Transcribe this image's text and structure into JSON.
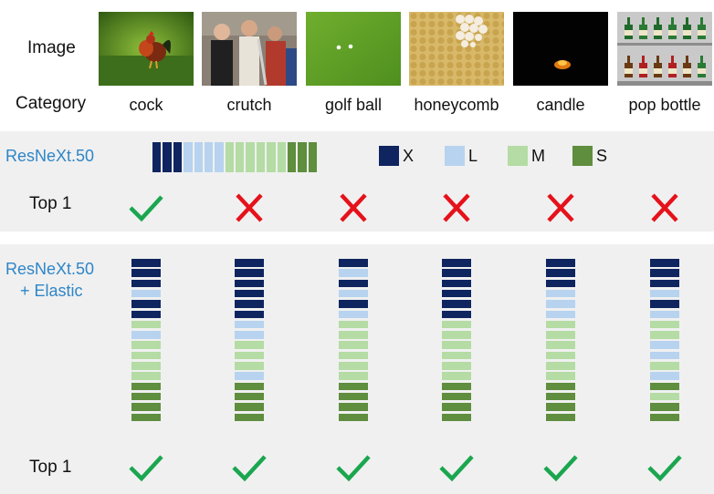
{
  "labels": {
    "image": "Image",
    "category": "Category",
    "model_a": "ResNeXt.50",
    "model_b_line1": "ResNeXt.50",
    "model_b_line2": "+ Elastic",
    "top1_a": "Top 1",
    "top1_b": "Top 1"
  },
  "colors": {
    "X": "#0f2560",
    "L": "#b7d3ef",
    "M": "#b4dca4",
    "S": "#5e8e3e",
    "check": "#1aa64f",
    "cross": "#e5121b",
    "model_text": "#2e86c8",
    "band": "#f0f0f0"
  },
  "legend": [
    {
      "key": "X",
      "label": "X"
    },
    {
      "key": "L",
      "label": "L"
    },
    {
      "key": "M",
      "label": "M"
    },
    {
      "key": "S",
      "label": "S"
    }
  ],
  "baseline_strip": [
    "X",
    "X",
    "X",
    "L",
    "L",
    "L",
    "L",
    "M",
    "M",
    "M",
    "M",
    "M",
    "M",
    "S",
    "S",
    "S"
  ],
  "columns": [
    {
      "category": "cock",
      "image": "rooster-on-grass",
      "baseline_correct": true,
      "elastic_correct": true,
      "elastic_seq": [
        "X",
        "X",
        "X",
        "L",
        "X",
        "X",
        "M",
        "L",
        "M",
        "M",
        "M",
        "M",
        "S",
        "S",
        "S",
        "S"
      ]
    },
    {
      "category": "crutch",
      "image": "crowd-of-people",
      "baseline_correct": false,
      "elastic_correct": true,
      "elastic_seq": [
        "X",
        "X",
        "X",
        "X",
        "X",
        "X",
        "L",
        "L",
        "M",
        "M",
        "M",
        "L",
        "S",
        "S",
        "S",
        "S"
      ]
    },
    {
      "category": "golf ball",
      "image": "golf-ball-on-grass",
      "baseline_correct": false,
      "elastic_correct": true,
      "elastic_seq": [
        "X",
        "L",
        "X",
        "L",
        "X",
        "L",
        "M",
        "M",
        "M",
        "M",
        "M",
        "M",
        "S",
        "S",
        "S",
        "S"
      ]
    },
    {
      "category": "honeycomb",
      "image": "honeycomb-closeup",
      "baseline_correct": false,
      "elastic_correct": true,
      "elastic_seq": [
        "X",
        "X",
        "X",
        "X",
        "X",
        "X",
        "M",
        "M",
        "M",
        "M",
        "M",
        "M",
        "S",
        "S",
        "S",
        "S"
      ]
    },
    {
      "category": "candle",
      "image": "candle-flame-dark",
      "baseline_correct": false,
      "elastic_correct": true,
      "elastic_seq": [
        "X",
        "X",
        "X",
        "L",
        "L",
        "L",
        "M",
        "M",
        "M",
        "M",
        "M",
        "M",
        "S",
        "S",
        "S",
        "S"
      ]
    },
    {
      "category": "pop bottle",
      "image": "bottles-on-shelves",
      "baseline_correct": false,
      "elastic_correct": true,
      "elastic_seq": [
        "X",
        "X",
        "X",
        "L",
        "X",
        "L",
        "M",
        "M",
        "L",
        "L",
        "M",
        "L",
        "S",
        "M",
        "S",
        "S"
      ]
    }
  ]
}
